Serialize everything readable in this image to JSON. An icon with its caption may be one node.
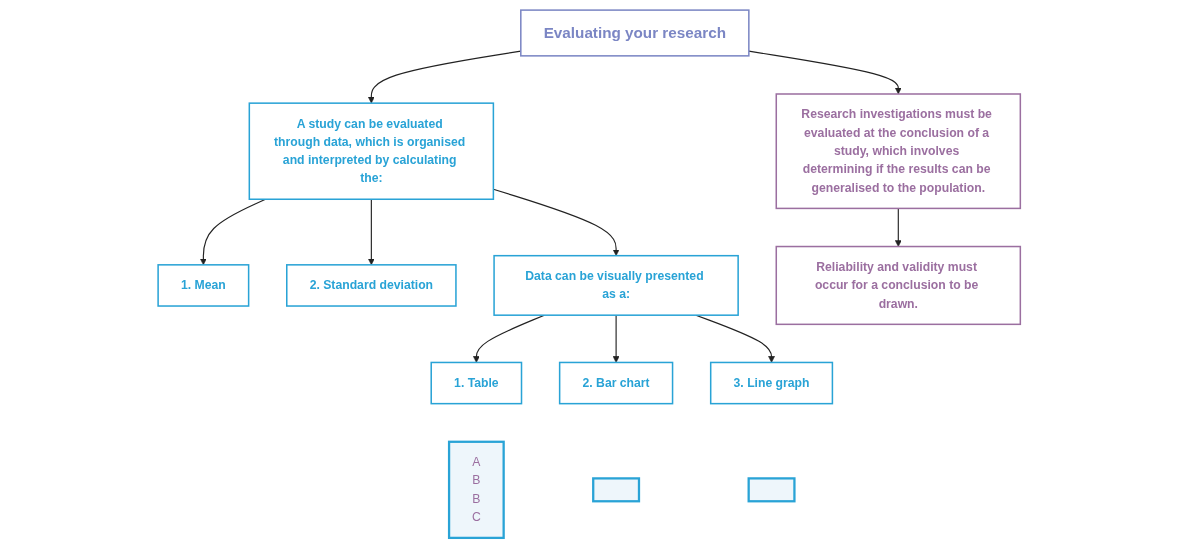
{
  "diagram": {
    "nodes": [
      {
        "text": [
          "Evaluating your research"
        ]
      },
      {
        "text": [
          "A study can be evaluated through data, which is organised and interpreted by calculating the:"
        ]
      },
      {
        "text": [
          "1. Mean"
        ]
      },
      {
        "text": [
          "2. Standard deviation"
        ]
      },
      {
        "text": [
          "Data can be visually presented as a:"
        ]
      },
      {
        "text": [
          "1. Table"
        ]
      },
      {
        "text": [
          "A",
          "B",
          "B",
          "C"
        ]
      },
      {
        "text": [
          "2. Bar chart"
        ]
      },
      {
        "text": [],
        "shape": "box"
      },
      {
        "text": [
          "3. Line graph"
        ]
      },
      {
        "text": [],
        "shape": "box"
      },
      {
        "text": [
          "Research investigations must be evaluated at the conclusion of a study, which involves determining if the results can be generalised to the population."
        ]
      },
      {
        "text": [
          "Reliability and validity must occur for a conclusion to be drawn."
        ]
      }
    ],
    "edges": [
      {
        "from": 0,
        "to": 1,
        "arrow": "to"
      },
      {
        "from": 0,
        "to": 11,
        "arrow": "to"
      },
      {
        "from": 1,
        "to": 2,
        "arrow": "to"
      },
      {
        "from": 1,
        "to": 3,
        "arrow": "to"
      },
      {
        "from": 1,
        "to": 4,
        "arrow": "to"
      },
      {
        "from": 4,
        "to": 5,
        "arrow": "to"
      },
      {
        "from": 4,
        "to": 7,
        "arrow": "to"
      },
      {
        "from": 4,
        "to": 9,
        "arrow": "to"
      },
      {
        "from": 11,
        "to": 12,
        "arrow": "to"
      }
    ]
  }
}
